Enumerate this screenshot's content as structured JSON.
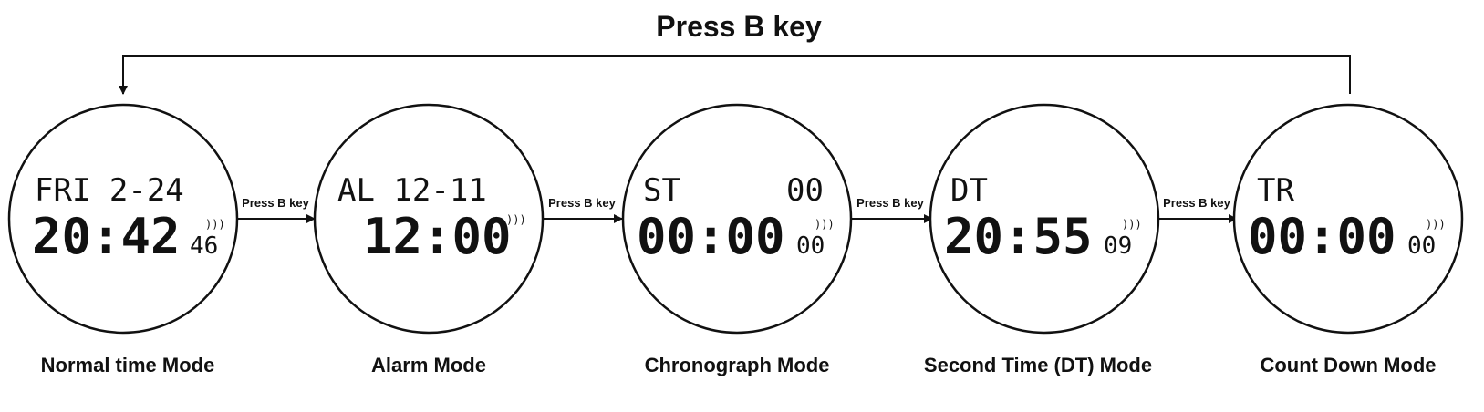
{
  "top_label": "Press B key",
  "arrow_label": "Press B key",
  "modes": [
    {
      "name": "Normal time Mode",
      "line1_left": "FRI 2-24",
      "line1_right": "",
      "time": "20:42",
      "seconds": "46"
    },
    {
      "name": "Alarm Mode",
      "line1_left": "AL 12-11",
      "line1_right": "",
      "time": "12:00",
      "seconds": ""
    },
    {
      "name": "Chronograph Mode",
      "line1_left": "ST",
      "line1_right": "00",
      "time": "00:00",
      "seconds": "00"
    },
    {
      "name": "Second Time (DT) Mode",
      "line1_left": "DT",
      "line1_right": "",
      "time": "20:55",
      "seconds": "09"
    },
    {
      "name": "Count Down Mode",
      "line1_left": "TR",
      "line1_right": "",
      "time": "00:00",
      "seconds": "00"
    }
  ]
}
